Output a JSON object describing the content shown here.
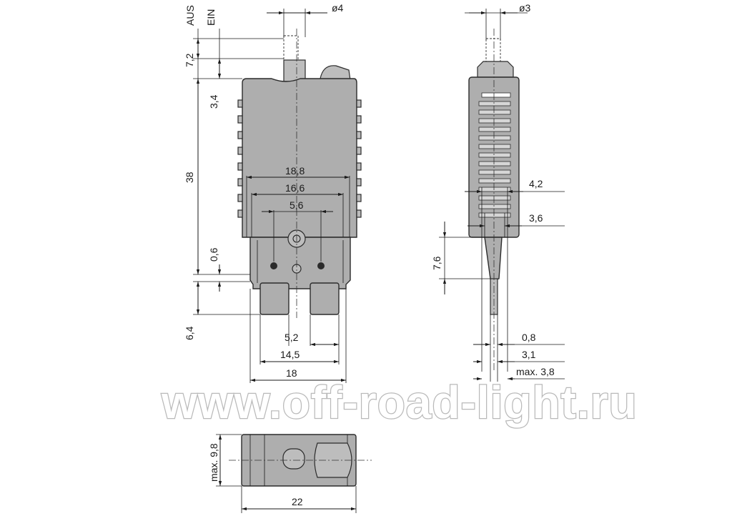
{
  "front_view": {
    "state_labels": {
      "off": "AUS",
      "on": "EIN"
    },
    "dims": {
      "button_diameter": "ø4",
      "travel": "7,2",
      "button_height": "3,4",
      "body_height": "38",
      "width_outer": "18,8",
      "width_inner": "16,6",
      "hole_spacing": "5,6",
      "base_step": "0,6",
      "blade_length": "6,4",
      "blade_width": "5,2",
      "blade_span": "14,5",
      "base_width": "18"
    }
  },
  "side_view": {
    "dims": {
      "button_diameter": "ø3",
      "rib_depth_upper": "4,2",
      "rib_depth_lower": "3,6",
      "blade_length": "7,6",
      "blade_thickness": "0,8",
      "blade_offset": "3,1",
      "max_depth": "max. 3,8"
    }
  },
  "top_view": {
    "dims": {
      "max_height": "max. 9,8",
      "length": "22"
    }
  },
  "watermark": "www.off-road-light.ru"
}
